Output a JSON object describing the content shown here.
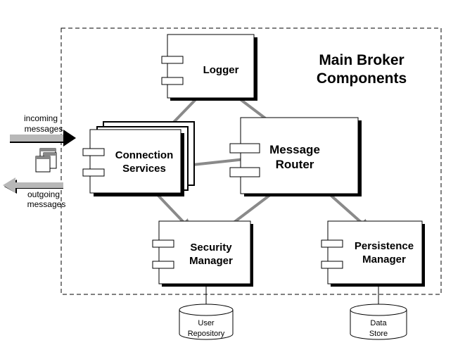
{
  "title": {
    "line1": "Main Broker",
    "line2": "Components"
  },
  "components": {
    "logger": {
      "label": "Logger"
    },
    "connection_services": {
      "line1": "Connection",
      "line2": "Services"
    },
    "message_router": {
      "line1": "Message",
      "line2": "Router"
    },
    "security_manager": {
      "line1": "Security",
      "line2": "Manager"
    },
    "persistence_manager": {
      "line1": "Persistence",
      "line2": "Manager"
    }
  },
  "stores": {
    "user_repository": {
      "line1": "User",
      "line2": "Repository"
    },
    "data_store": {
      "line1": "Data",
      "line2": "Store"
    }
  },
  "external": {
    "incoming": {
      "line1": "incoming",
      "line2": "messages"
    },
    "outgoing": {
      "line1": "outgoing",
      "line2": "messages"
    }
  },
  "colors": {
    "arrow": "#8a8a8a",
    "border": "#000000",
    "background": "#ffffff"
  }
}
